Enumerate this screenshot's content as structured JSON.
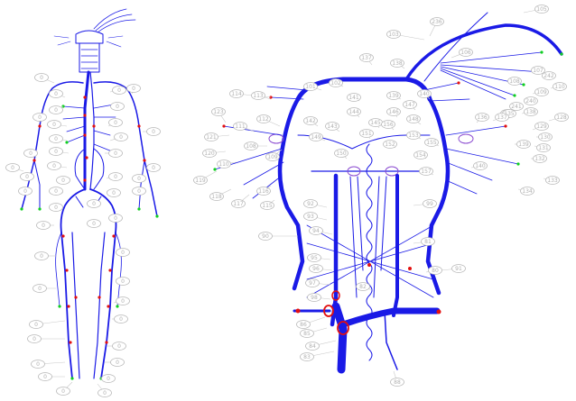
{
  "colors": {
    "vessel": "#1a1ae6",
    "node_red": "#e31010",
    "node_green": "#10d020",
    "label_text": "#b0b0b0",
    "label_border": "#b8b8b8",
    "leader": "#c8c8c8"
  },
  "labels": {
    "body": [
      "0",
      "0",
      "0",
      "0",
      "0",
      "0",
      "0",
      "0",
      "0",
      "0",
      "0",
      "0",
      "0",
      "0",
      "0",
      "0",
      "0",
      "0",
      "0",
      "0",
      "0",
      "0",
      "0",
      "0",
      "0",
      "0",
      "0",
      "0",
      "0",
      "0",
      "0",
      "0",
      "0",
      "0",
      "0",
      "0",
      "0",
      "0",
      "0",
      "0",
      "0",
      "0",
      "0",
      "0",
      "0",
      "0"
    ],
    "detail_left": [
      "123",
      "121",
      "120",
      "119",
      "118",
      "117",
      "116",
      "115",
      "114",
      "113",
      "112",
      "111",
      "110",
      "109",
      "108"
    ],
    "detail_top": [
      "103",
      "236",
      "105",
      "106",
      "107",
      "108",
      "109",
      "110",
      "240",
      "241",
      "242",
      "243"
    ],
    "detail_right": [
      "128",
      "129",
      "130",
      "131",
      "132",
      "133",
      "134",
      "135",
      "136",
      "137",
      "138",
      "139",
      "140"
    ],
    "detail_center": [
      "101",
      "102",
      "137",
      "138",
      "139",
      "140",
      "141",
      "142",
      "143",
      "144",
      "145",
      "146",
      "147",
      "148",
      "149",
      "150",
      "151",
      "152",
      "153",
      "154",
      "155",
      "156",
      "157"
    ],
    "detail_lower": [
      "90",
      "91",
      "92",
      "93",
      "94",
      "95",
      "96",
      "97",
      "98",
      "99",
      "86",
      "85",
      "84",
      "83",
      "82",
      "81",
      "80",
      "88"
    ]
  }
}
